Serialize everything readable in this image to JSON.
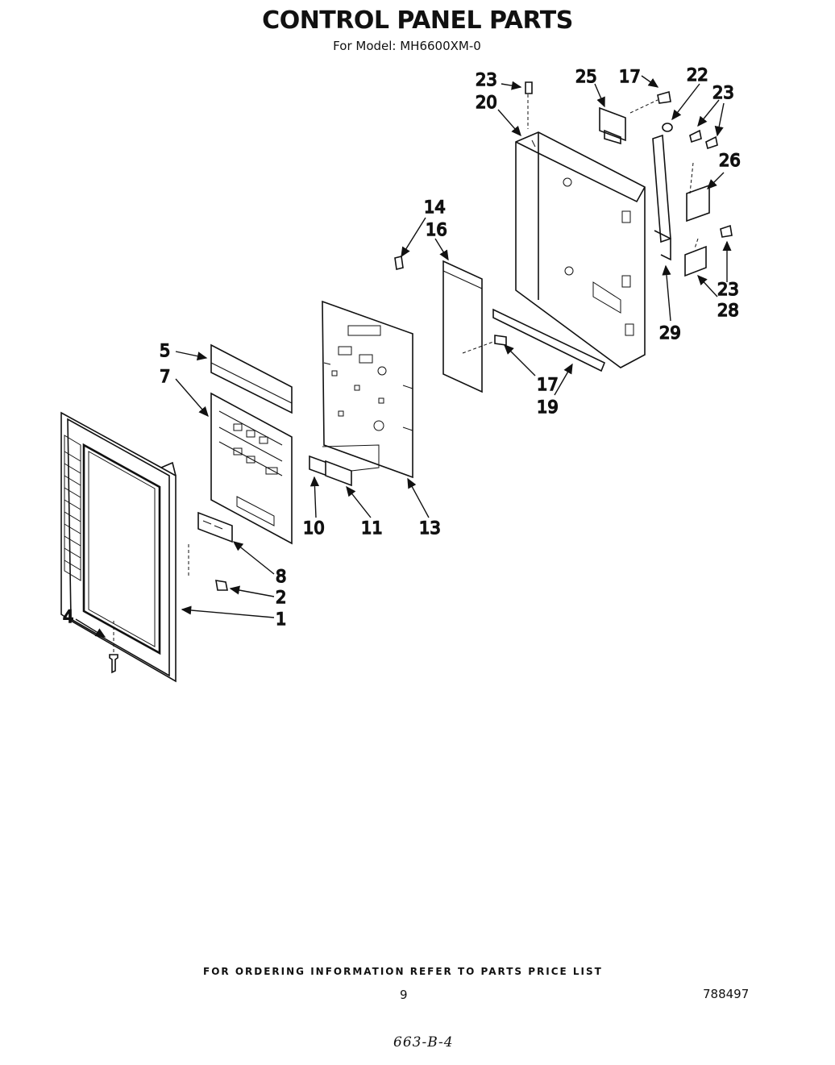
{
  "header": {
    "title": "CONTROL PANEL PARTS",
    "subtitle": "For Model: MH6600XM-0"
  },
  "callouts": {
    "c1": "1",
    "c2": "2",
    "c4": "4",
    "c5": "5",
    "c7": "7",
    "c8": "8",
    "c10": "10",
    "c11": "11",
    "c13": "13",
    "c14": "14",
    "c16": "16",
    "c17a": "17",
    "c17b": "17",
    "c19": "19",
    "c20": "20",
    "c22": "22",
    "c23a": "23",
    "c23b": "23",
    "c23c": "23",
    "c25": "25",
    "c26": "26",
    "c28": "28",
    "c29": "29"
  },
  "footer": {
    "ordering": "FOR ORDERING INFORMATION REFER TO PARTS PRICE LIST",
    "page": "9",
    "doc": "788497",
    "handwritten": "663-B-4"
  }
}
